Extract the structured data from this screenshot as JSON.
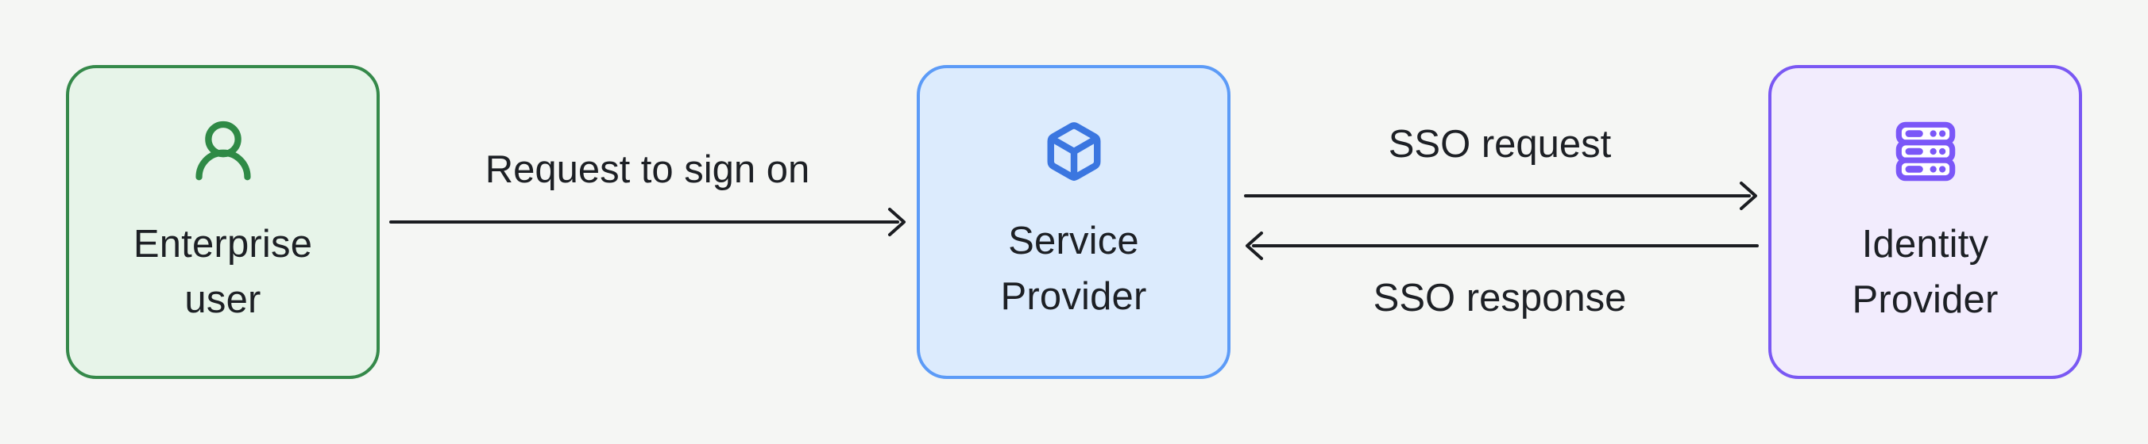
{
  "diagram": {
    "type": "flow-diagram",
    "background_color": "#f5f6f4",
    "text_color": "#1d2025",
    "arrow_color": "#1b1d21",
    "nodes": [
      {
        "label_lines": [
          "Enterprise",
          "user"
        ],
        "icon": "user-icon",
        "accent_color": "#2f8a46",
        "fill_color": "#e7f4e9",
        "border_color": "#35894a"
      },
      {
        "label_lines": [
          "Service",
          "Provider"
        ],
        "icon": "cube-icon",
        "accent_color": "#3b76e0",
        "fill_color": "#dcebfd",
        "border_color": "#5c9bf7"
      },
      {
        "label_lines": [
          "Identity",
          "Provider"
        ],
        "icon": "server-stack-icon",
        "accent_color": "#7b57f8",
        "fill_color": "#f2ecfd",
        "border_color": "#7a58f3"
      }
    ],
    "edges": [
      {
        "label": "Request to sign on",
        "from": "Enterprise user",
        "to": "Service Provider",
        "direction": "right"
      },
      {
        "label": "SSO request",
        "from": "Service Provider",
        "to": "Identity Provider",
        "direction": "right"
      },
      {
        "label": "SSO response",
        "from": "Identity Provider",
        "to": "Service Provider",
        "direction": "left"
      }
    ]
  }
}
